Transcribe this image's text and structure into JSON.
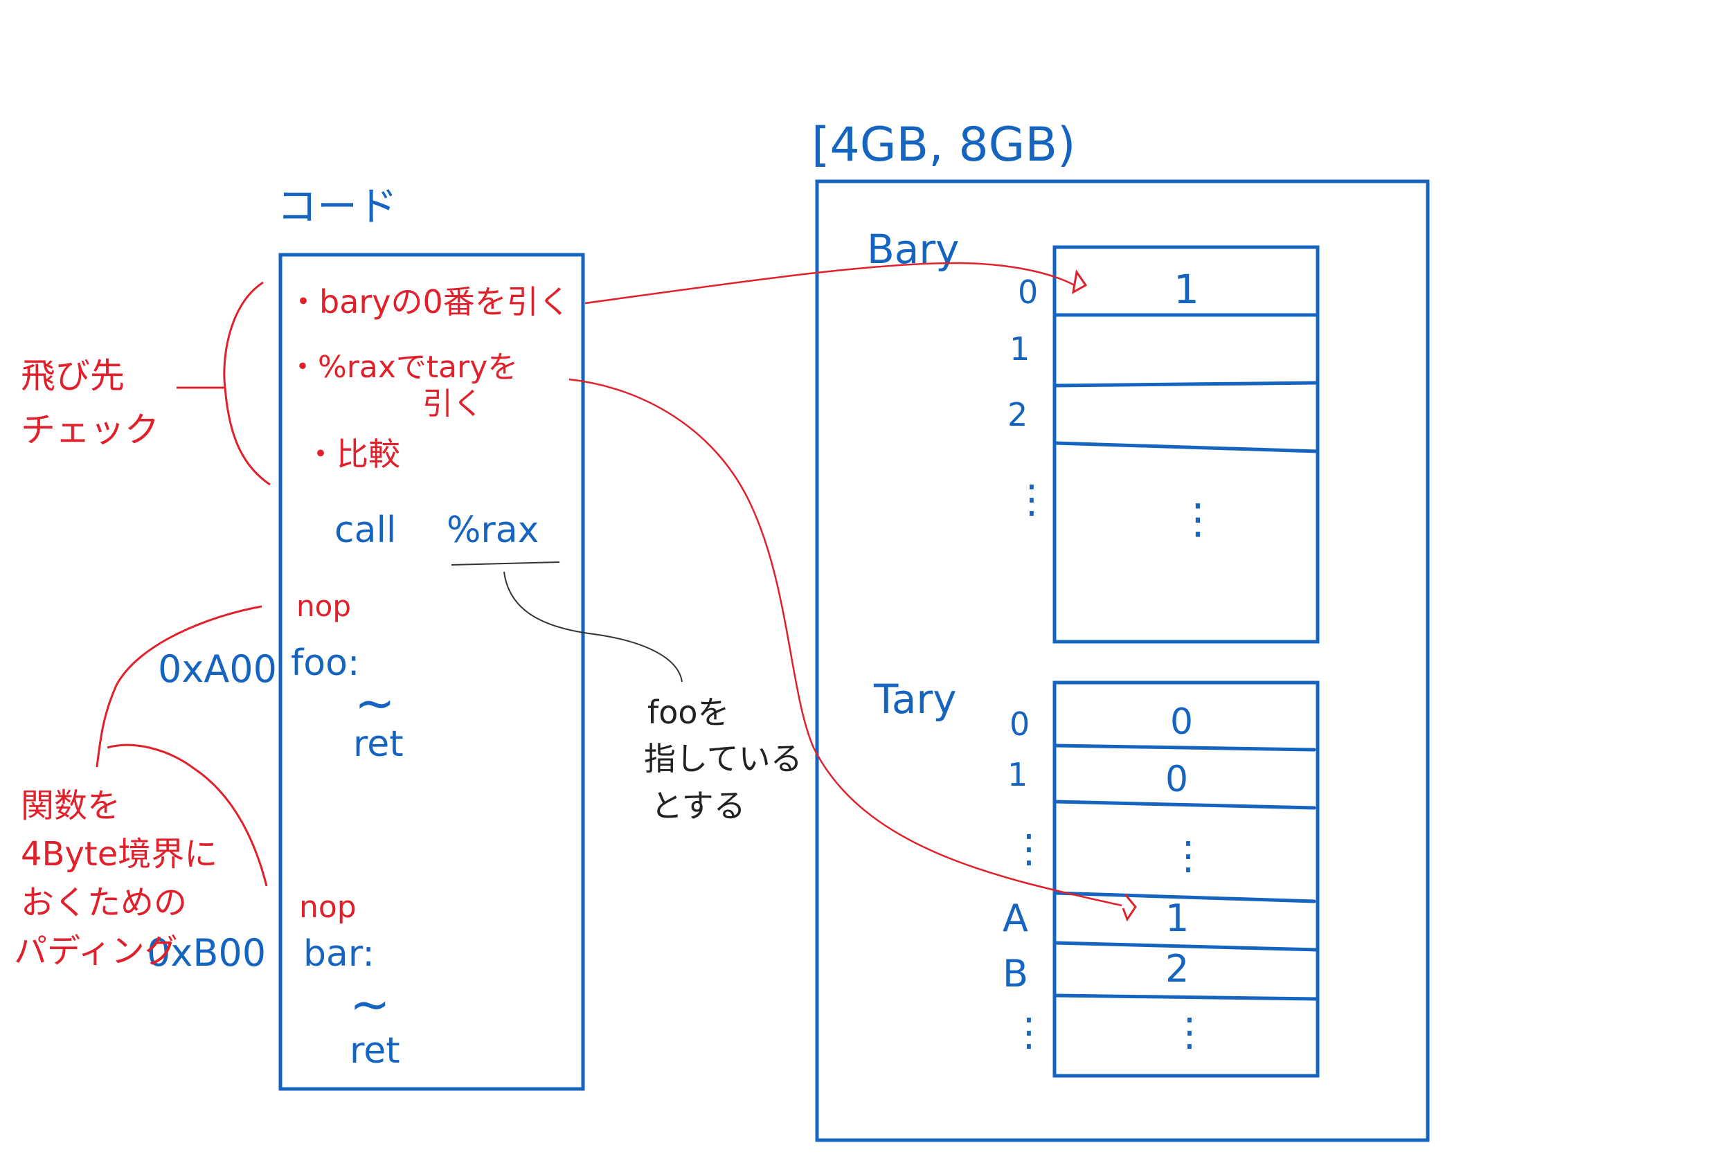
{
  "memory": {
    "range_label": "[4GB, 8GB)",
    "bary": {
      "label": "Bary",
      "indices": [
        "0",
        "1",
        "2",
        "⋮"
      ],
      "cells": [
        "1",
        "",
        "",
        "⋮"
      ]
    },
    "tary": {
      "label": "Tary",
      "indices": [
        "0",
        "1",
        "⋮",
        "A",
        "B",
        "⋮"
      ],
      "cells": [
        "0",
        "0",
        "⋮",
        "1",
        "2",
        "⋮"
      ]
    }
  },
  "code": {
    "title": "コード",
    "checks": [
      "・baryの0番を引く",
      "・%raxでtaryを",
      "引く",
      "・比較"
    ],
    "call": "call",
    "call_target": "%rax",
    "nop1": "nop",
    "foo_addr": "0xA00",
    "foo_label": "foo:",
    "tilde": "~",
    "ret": "ret",
    "nop2": "nop",
    "bar_addr": "0xB00",
    "bar_label": "bar:"
  },
  "annotations": {
    "jump_check": [
      "飛び先",
      "チェック"
    ],
    "padding_note": [
      "関数を",
      "4Byte境界に",
      "おくための",
      "パディング"
    ],
    "foo_pointer_note": [
      "fooを",
      "指しているとする"
    ],
    "foo_pointer_note_lines": [
      "fooを",
      "指している",
      "とする"
    ]
  },
  "colors": {
    "ink_blue": "#1565c0",
    "ink_red": "#e0202a",
    "ink_black": "#222222"
  }
}
